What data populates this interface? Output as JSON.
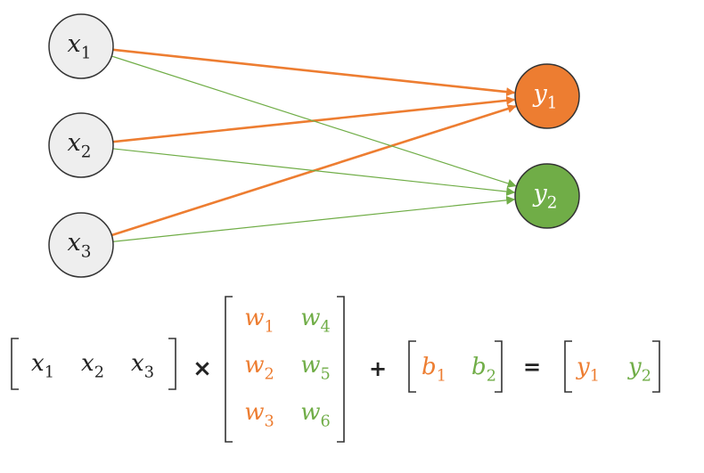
{
  "network": {
    "inputs": [
      {
        "id": "x1",
        "base": "x",
        "sub": "1"
      },
      {
        "id": "x2",
        "base": "x",
        "sub": "2"
      },
      {
        "id": "x3",
        "base": "x",
        "sub": "3"
      }
    ],
    "outputs": [
      {
        "id": "y1",
        "base": "y",
        "sub": "1",
        "color": "#ED7D31"
      },
      {
        "id": "y2",
        "base": "y",
        "sub": "2",
        "color": "#70AD47"
      }
    ],
    "input_fill": "#eeeeee",
    "edges": [
      {
        "from": "x1",
        "to": "y1",
        "color": "#ED7D31",
        "weight": "thick"
      },
      {
        "from": "x2",
        "to": "y1",
        "color": "#ED7D31",
        "weight": "thick"
      },
      {
        "from": "x3",
        "to": "y1",
        "color": "#ED7D31",
        "weight": "thick"
      },
      {
        "from": "x1",
        "to": "y2",
        "color": "#70AD47",
        "weight": "thin"
      },
      {
        "from": "x2",
        "to": "y2",
        "color": "#70AD47",
        "weight": "thin"
      },
      {
        "from": "x3",
        "to": "y2",
        "color": "#70AD47",
        "weight": "thin"
      }
    ]
  },
  "equation": {
    "x_row": [
      {
        "base": "x",
        "sub": "1",
        "color": "#222222"
      },
      {
        "base": "x",
        "sub": "2",
        "color": "#222222"
      },
      {
        "base": "x",
        "sub": "3",
        "color": "#222222"
      }
    ],
    "times": "×",
    "w_matrix": [
      [
        {
          "base": "w",
          "sub": "1",
          "color": "#ED7D31"
        },
        {
          "base": "w",
          "sub": "4",
          "color": "#70AD47"
        }
      ],
      [
        {
          "base": "w",
          "sub": "2",
          "color": "#ED7D31"
        },
        {
          "base": "w",
          "sub": "5",
          "color": "#70AD47"
        }
      ],
      [
        {
          "base": "w",
          "sub": "3",
          "color": "#ED7D31"
        },
        {
          "base": "w",
          "sub": "6",
          "color": "#70AD47"
        }
      ]
    ],
    "plus": "+",
    "b_row": [
      {
        "base": "b",
        "sub": "1",
        "color": "#ED7D31"
      },
      {
        "base": "b",
        "sub": "2",
        "color": "#70AD47"
      }
    ],
    "equals": "=",
    "y_row": [
      {
        "base": "y",
        "sub": "1",
        "color": "#ED7D31"
      },
      {
        "base": "y",
        "sub": "2",
        "color": "#70AD47"
      }
    ]
  }
}
